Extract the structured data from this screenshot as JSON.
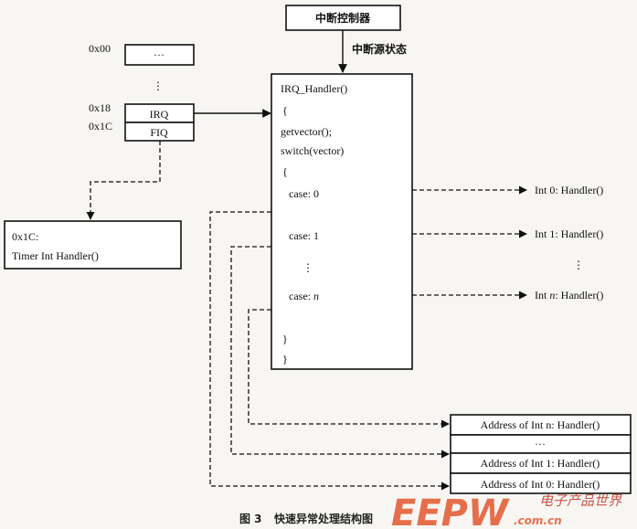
{
  "controller": {
    "label": "中断控制器",
    "signal_label": "中断源状态"
  },
  "vector_table": {
    "addr_top": "0x00",
    "ellipsis_top": "···",
    "ellipsis_between": "⋮",
    "addr_irq": "0x18",
    "addr_fiq": "0x1C",
    "irq_label": "IRQ",
    "fiq_label": "FIQ"
  },
  "fiq_handler": {
    "line1": "0x1C:",
    "line2": "Timer Int Handler()"
  },
  "irq_handler": {
    "title": "IRQ_Handler()",
    "open_brace": "{",
    "line_getvector": "getvector();",
    "line_switch": "switch(vector)",
    "switch_brace": "{",
    "case0": "case: 0",
    "case1": "case: 1",
    "case_dots": "⋮",
    "case_n_prefix": "case: ",
    "case_n_var": "n",
    "close1": "}",
    "close2": "}"
  },
  "targets": {
    "int0": "Int 0: Handler()",
    "int1": "Int 1: Handler()",
    "dots": "⋮",
    "intn_prefix": "Int ",
    "intn_var": "n",
    "intn_suffix": ": Handler()"
  },
  "address_table": {
    "row_n": "Address of Int n: Handler()",
    "row_dots": "···",
    "row_1": "Address of Int 1: Handler()",
    "row_0": "Address of Int 0: Handler()"
  },
  "caption": {
    "fig": "图 3",
    "text": "快速异常处理结构图"
  },
  "watermark": {
    "brand": "EEPW",
    "domain": ".com.cn",
    "cn": "电子产品世界"
  },
  "colors": {
    "watermark": "#e4572e",
    "line": "#111111",
    "background": "#f7f6f2"
  }
}
